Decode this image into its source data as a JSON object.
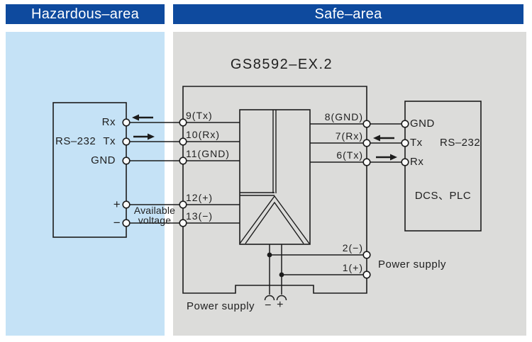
{
  "headers": {
    "hazardous": "Hazardous–area",
    "safe": "Safe–area"
  },
  "device": {
    "title": "GS8592–EX.2"
  },
  "left_device": {
    "rx": "Rx",
    "tx": "Tx",
    "gnd": "GND",
    "protocol": "RS–232",
    "plus": "+",
    "minus": "−",
    "available_voltage": "Available\nvoltage"
  },
  "isolator_terminals": {
    "t9": "9(Tx)",
    "t10": "10(Rx)",
    "t11": "11(GND)",
    "t12": "12(+)",
    "t13": "13(−)",
    "t8": "8(GND)",
    "t7": "7(Rx)",
    "t6": "6(Tx)",
    "t2": "2(−)",
    "t1": "1(+)"
  },
  "right_device": {
    "gnd": "GND",
    "tx": "Tx",
    "rx": "Rx",
    "protocol": "RS–232",
    "system": "DCS、PLC"
  },
  "power": {
    "bottom_label": "Power supply",
    "bottom_minus": "−",
    "bottom_plus": "+",
    "right_label": "Power supply"
  },
  "colors": {
    "header_bg": "#0e4a9e",
    "header_text": "#ffffff",
    "hazardous_bg": "#c5e2f6",
    "safe_bg": "#dcdcda",
    "line": "#1c1c1c"
  }
}
